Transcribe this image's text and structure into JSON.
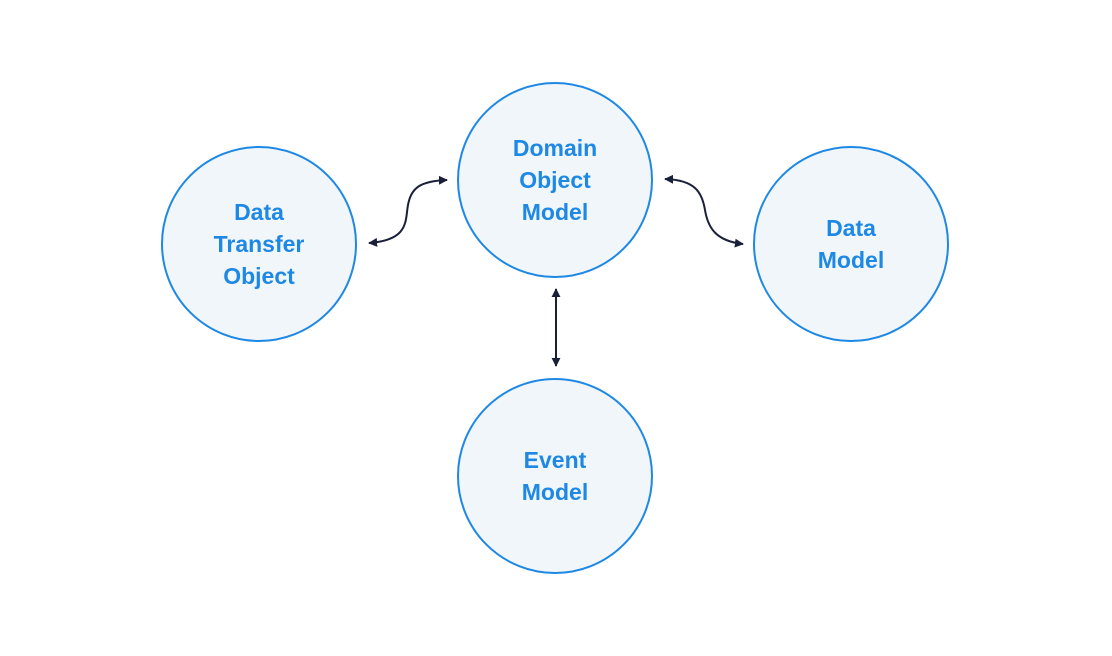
{
  "nodes": {
    "domain": {
      "label": "Domain\nObject\nModel"
    },
    "dto": {
      "label": "Data\nTransfer\nObject"
    },
    "data": {
      "label": "Data\nModel"
    },
    "event": {
      "label": "Event\nModel"
    }
  },
  "connections": [
    {
      "from": "dto",
      "to": "domain",
      "direction": "bidirectional"
    },
    {
      "from": "domain",
      "to": "data",
      "direction": "bidirectional"
    },
    {
      "from": "domain",
      "to": "event",
      "direction": "bidirectional"
    }
  ],
  "colors": {
    "node_border": "#1e88e5",
    "node_fill": "#f1f6fb",
    "node_text": "#1e88e5",
    "arrow": "#1a1f3a"
  }
}
